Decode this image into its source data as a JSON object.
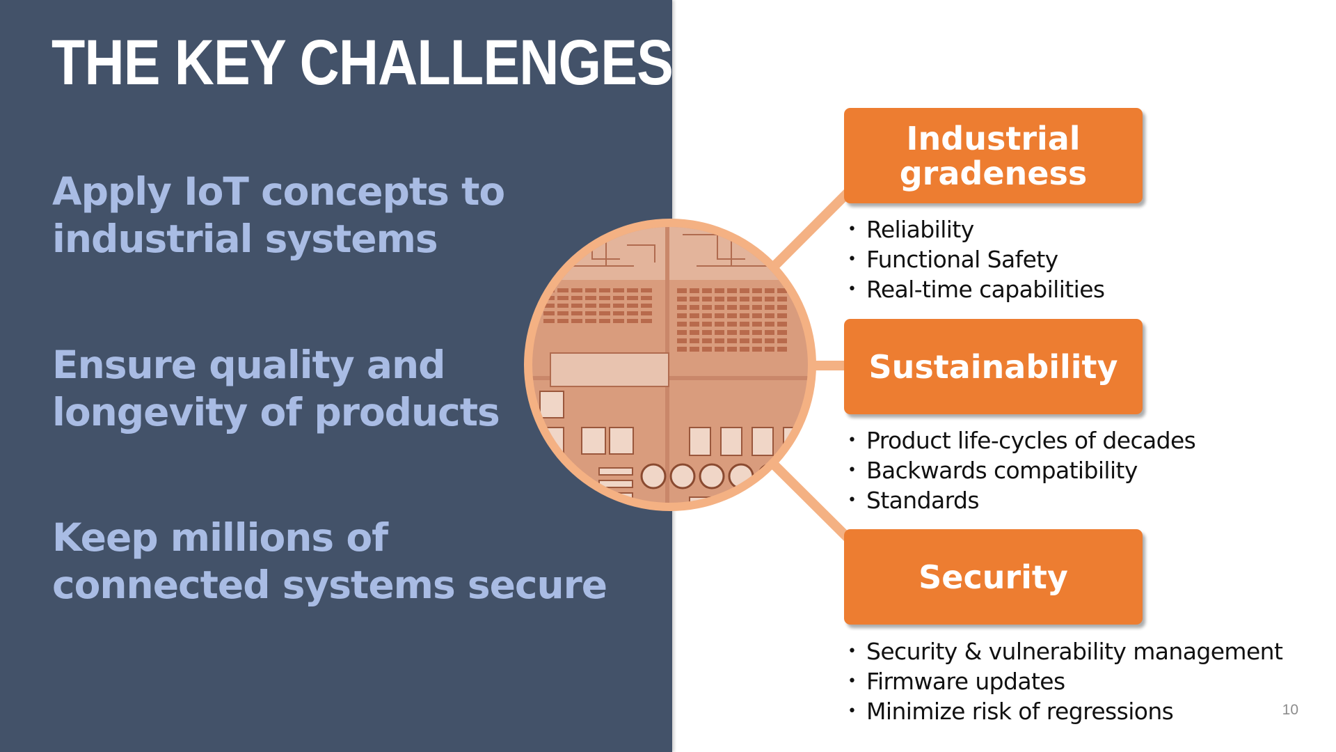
{
  "slide": {
    "title": "THE KEY CHALLENGES",
    "page_number": "10",
    "colors": {
      "left_panel": "#435269",
      "accent": "#ed7d31",
      "point_text": "#a9bce4",
      "connector": "#f4b183"
    }
  },
  "points": [
    {
      "line1": "Apply IoT concepts to",
      "line2": "industrial systems"
    },
    {
      "line1": "Ensure quality and",
      "line2": "longevity of products"
    },
    {
      "line1": "Keep millions of",
      "line2": "connected systems secure"
    }
  ],
  "photo": {
    "icon": "control-panel-photo"
  },
  "challenges": [
    {
      "heading_line1": "Industrial",
      "heading_line2": "gradeness",
      "bullets": [
        "Reliability",
        "Functional Safety",
        "Real-time capabilities"
      ]
    },
    {
      "heading_line1": "Sustainability",
      "heading_line2": "",
      "bullets": [
        "Product life-cycles of decades",
        "Backwards compatibility",
        "Standards"
      ]
    },
    {
      "heading_line1": "Security",
      "heading_line2": "",
      "bullets": [
        "Security & vulnerability management",
        "Firmware updates",
        "Minimize risk of regressions"
      ]
    }
  ]
}
